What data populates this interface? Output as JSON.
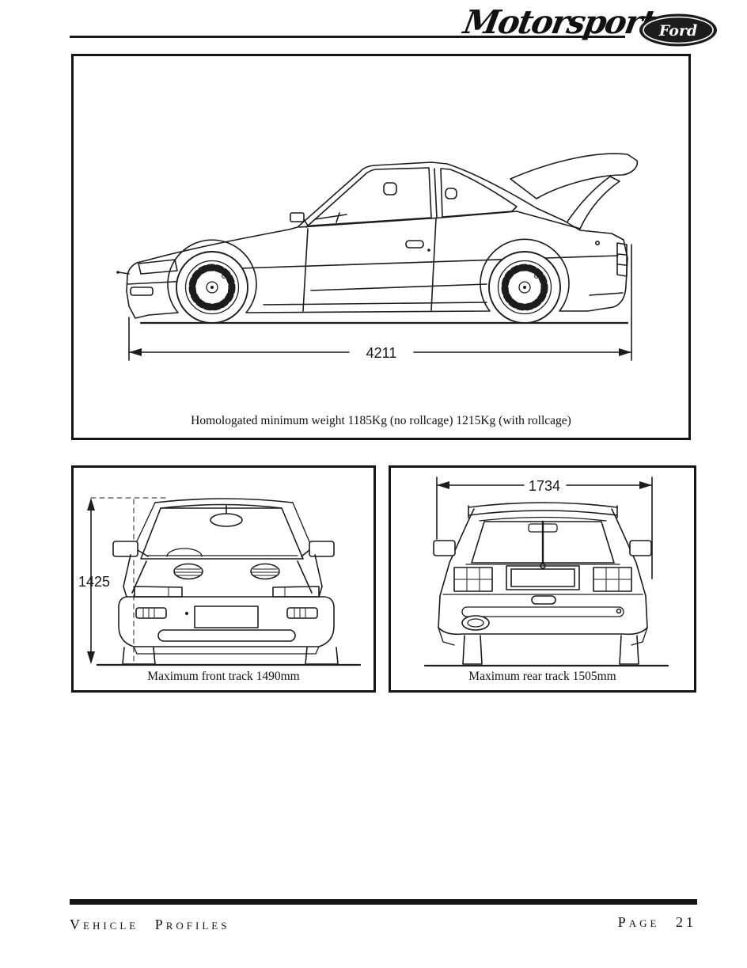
{
  "header": {
    "brand": "Motorsport",
    "logo_text": "Ford"
  },
  "panels": {
    "side": {
      "dimension": "4211",
      "caption": "Homologated minimum weight 1185Kg (no rollcage) 1215Kg (with rollcage)"
    },
    "front": {
      "dimension": "1425",
      "caption": "Maximum front track 1490mm"
    },
    "rear": {
      "dimension": "1734",
      "caption": "Maximum rear track 1505mm"
    }
  },
  "footer": {
    "left": "Vehicle Profiles",
    "right": "Page 21"
  },
  "colors": {
    "ink": "#161616",
    "paper": "#ffffff"
  }
}
